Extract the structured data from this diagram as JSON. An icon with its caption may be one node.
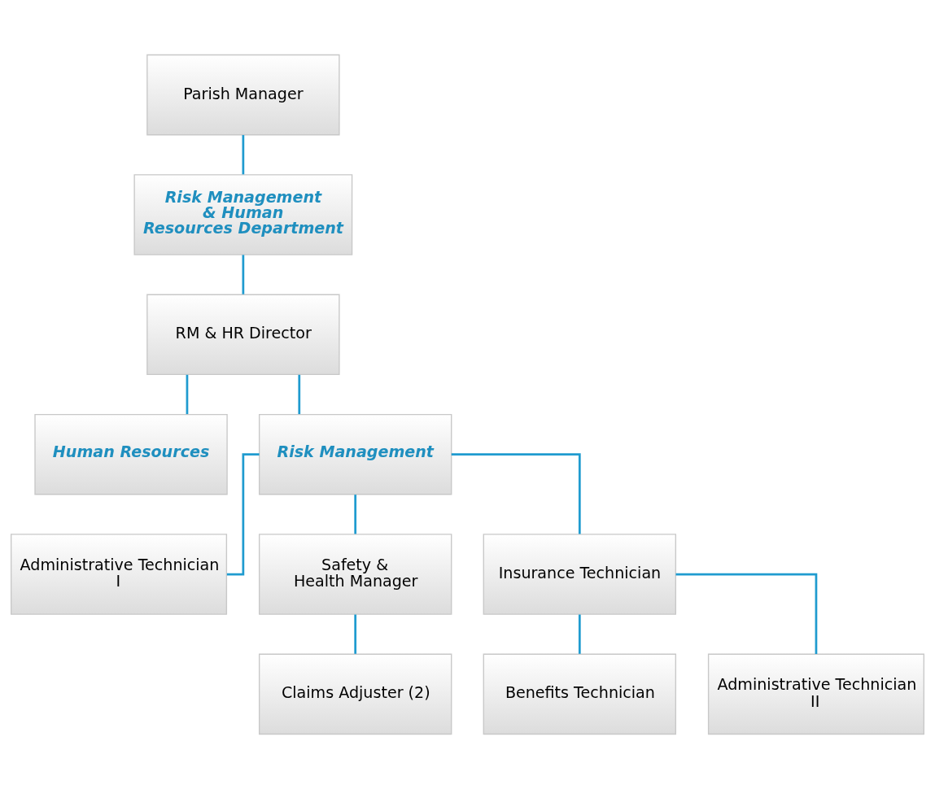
{
  "diagram": {
    "nodes": [
      {
        "text": [
          "Parish Manager"
        ]
      },
      {
        "text": [
          "Risk Management & Human Resources Department"
        ]
      },
      {
        "text": [
          "RM & HR Director"
        ]
      },
      {
        "text": [
          "Human Resources"
        ]
      },
      {
        "text": [
          "Risk Management"
        ]
      },
      {
        "text": [
          "Administrative Technician I"
        ]
      },
      {
        "text": [
          "Safety & Health Manager"
        ]
      },
      {
        "text": [
          "Insurance Technician"
        ]
      },
      {
        "text": [
          "Claims Adjuster (2)"
        ]
      },
      {
        "text": [
          "Benefits Technician"
        ]
      },
      {
        "text": [
          "Administrative Technician II"
        ]
      }
    ],
    "edges": [
      {
        "from": 0,
        "to": 1,
        "arrow": "none"
      },
      {
        "from": 1,
        "to": 2,
        "arrow": "none"
      },
      {
        "from": 2,
        "to": 3,
        "arrow": "none"
      },
      {
        "from": 2,
        "to": 4,
        "arrow": "none"
      },
      {
        "from": 4,
        "to": 5,
        "arrow": "none"
      },
      {
        "from": 4,
        "to": 6,
        "arrow": "none"
      },
      {
        "from": 4,
        "to": 7,
        "arrow": "none"
      },
      {
        "from": 6,
        "to": 8,
        "arrow": "none"
      },
      {
        "from": 7,
        "to": 9,
        "arrow": "none"
      },
      {
        "from": 7,
        "to": 10,
        "arrow": "none"
      }
    ]
  }
}
